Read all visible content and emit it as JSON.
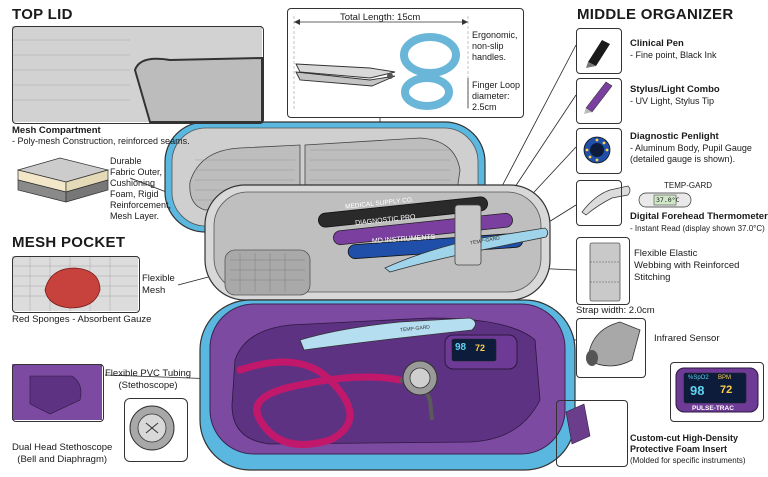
{
  "headings": {
    "top_lid": "TOP LID",
    "middle_organizer": "MIDDLE ORGANIZER",
    "mesh_pocket": "MESH POCKET"
  },
  "scissors": {
    "total_length": "Total Length: 15cm",
    "ergonomic": [
      "Ergonomic,",
      "non-slip",
      "handles."
    ],
    "finger_loop": [
      "Finger Loop",
      "diameter:",
      "2.5cm"
    ]
  },
  "left": {
    "mesh_compartment_title": "Mesh Compartment",
    "mesh_compartment_desc": "- Poly-mesh Construction, reinforced seams.",
    "fabric_lines": [
      "Durable",
      "Fabric Outer,",
      "Cushioning",
      "Foam, Rigid",
      "Reinforcement,",
      "Mesh Layer."
    ],
    "flexible_mesh": [
      "Flexible",
      "Mesh"
    ],
    "red_sponges": "Red Sponges - Absorbent Gauze",
    "pvc_tubing": [
      "Flexible PVC Tubing",
      "(Stethoscope)"
    ],
    "dual_head": [
      "Dual Head Stethoscope",
      "(Bell and Diaphragm)"
    ]
  },
  "right": {
    "pen_title": "Clinical Pen",
    "pen_desc": "- Fine point, Black Ink",
    "stylus_title": "Stylus/Light Combo",
    "stylus_desc": "- UV Light, Stylus Tip",
    "penlight_title": "Diagnostic Penlight",
    "penlight_desc": [
      "- Aluminum Body, Pupil Gauge",
      "(detailed gauge is shown)."
    ],
    "thermo_brand": "TEMP-GARD",
    "thermo_display": "37.0°C",
    "thermo_title": "Digital Forehead Thermometer",
    "thermo_desc": "- Instant Read (display shown 37.0°C)",
    "webbing": [
      "Flexible Elastic",
      "Webbing with Reinforced",
      "Stitching"
    ],
    "strap_width": "Strap width: 2.0cm",
    "infrared": "Infrared Sensor",
    "foam_title": [
      "Custom-cut High-Density",
      "Protective Foam Insert"
    ],
    "foam_desc": "(Molded for specific instruments)"
  },
  "oximeter": {
    "spo2_label": "%SpO2",
    "bpm_label": "BPM",
    "spo2_value": "98",
    "bpm_value": "72",
    "brand": "PULSE-TRAC"
  },
  "case": {
    "pen1": "MEDICAL SUPPLY CO.",
    "pen2": "DIAGNOSTIC PRO",
    "pen3": "MD INSTRUMENTS",
    "thermo_small": "TEMP-GARD"
  },
  "colors": {
    "case_blue": "#5ab8e0",
    "case_gray": "#c9c9c9",
    "purple": "#7b3fa0",
    "tubing": "#c2186b",
    "accent_blue": "#1f4fa8"
  }
}
